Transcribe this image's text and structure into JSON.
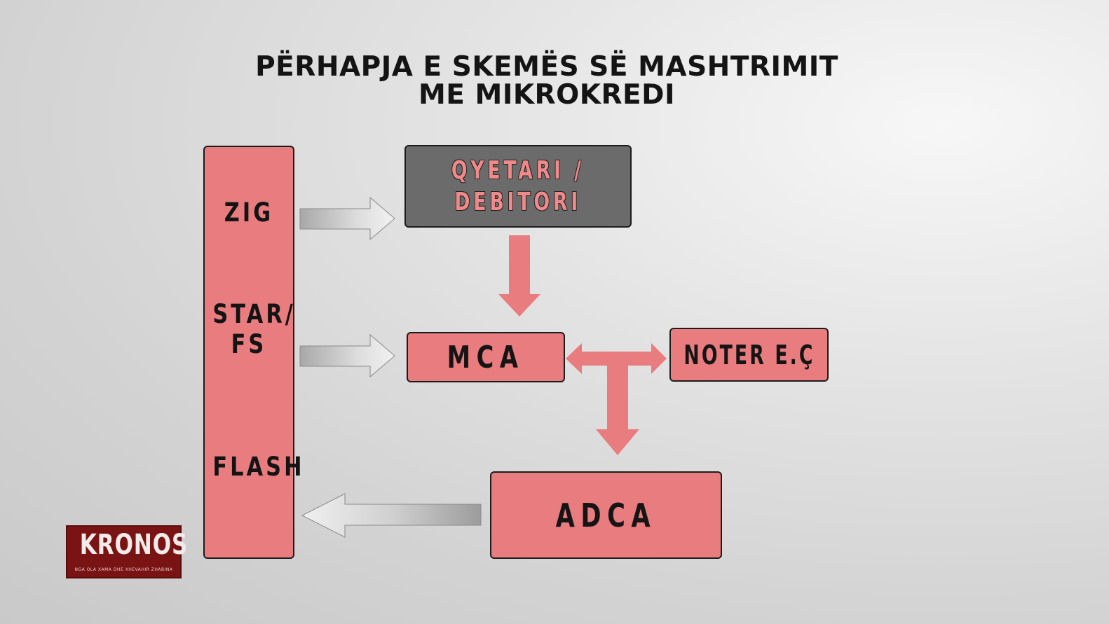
{
  "title": {
    "line1": "PËRHAPJA E SKEMËS SË MASHTRIMIT",
    "line2": "ME MIKROKREDI"
  },
  "lenders": [
    "ZIG",
    "STAR/\nFS",
    "FLASH"
  ],
  "boxes": {
    "qyetari": "QYETARI /\nDEBITORI",
    "mca": "MCA",
    "noter": "NOTER E.Ç",
    "adca": "ADCA"
  },
  "logo": {
    "name": "KRONOS",
    "tagline": "NGA OLA XAMA DHE XHEVAHIR ZHABINA"
  },
  "colors": {
    "pink": "#e97c7e",
    "gray_box": "#6b6b6b",
    "gray_box_text": "#f08a8a"
  },
  "icons": [
    "arrow-right-gray",
    "arrow-down-pink",
    "arrow-bidirectional-pink",
    "arrow-left-gray"
  ]
}
